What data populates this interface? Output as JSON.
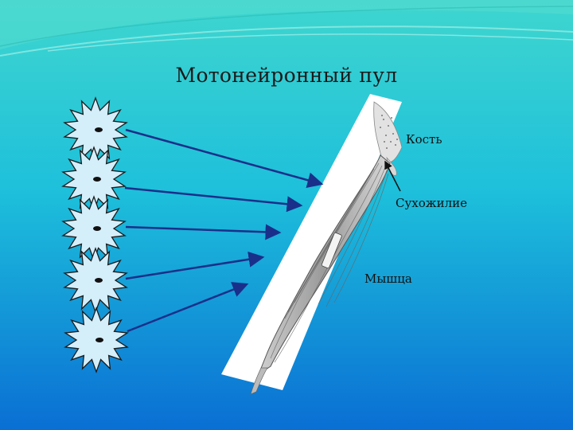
{
  "slide": {
    "title": "Мотонейронный пул",
    "labels": {
      "bone": "Кость",
      "tendon": "Сухожилие",
      "muscle": "Мышца"
    }
  },
  "neurons": [
    {
      "id": "neuron-1"
    },
    {
      "id": "neuron-2"
    },
    {
      "id": "neuron-3"
    },
    {
      "id": "neuron-4"
    },
    {
      "id": "neuron-5"
    }
  ],
  "colors": {
    "bg_top": "#3fd6cf",
    "bg_bottom": "#0a6fd4",
    "neuron_fill": "#d4eefa",
    "arrow": "#1a2f8a",
    "muscle": "#b9b9b9"
  }
}
